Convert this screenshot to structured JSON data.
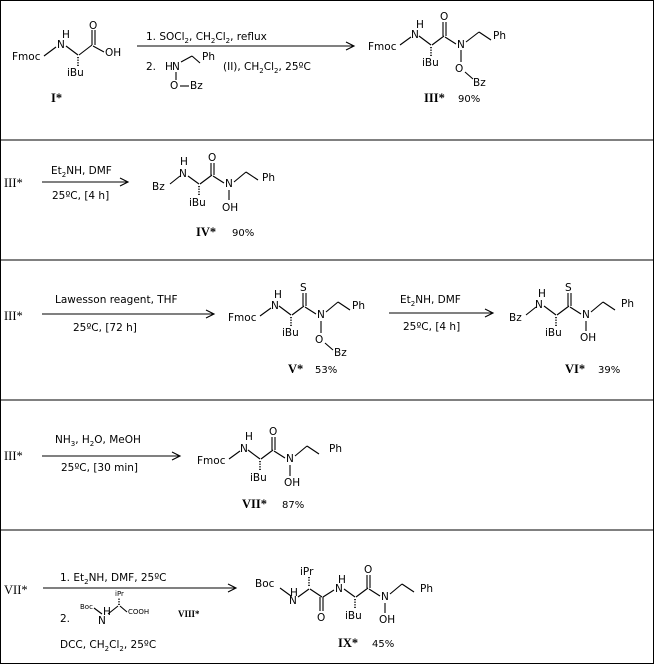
{
  "scheme": {
    "compounds": {
      "I": "I*",
      "III": "III*",
      "IV": "IV*",
      "V": "V*",
      "VI": "VI*",
      "VII": "VII*",
      "VIII": "VIII*",
      "IX": "IX*"
    },
    "yields": {
      "III": "90%",
      "IV": "90%",
      "V": "53%",
      "VI": "39%",
      "VII": "87%",
      "IX": "45%"
    },
    "groups": {
      "fmoc": "Fmoc",
      "boc": "Boc",
      "bz": "Bz",
      "ph": "Ph",
      "ibu": "iBu",
      "ipr": "iPr",
      "nh": "N",
      "h": "H",
      "n": "N",
      "o": "O",
      "s": "S",
      "oh": "OH",
      "oh_acid": "OH",
      "cooh": "COOH",
      "oh_n": "OH"
    },
    "reactions": {
      "r1": {
        "line1": "1. SOCl",
        "line1_b": "2",
        "line1_c": ", CH",
        "line1_d": "2",
        "line1_e": "Cl",
        "line1_f": "2",
        "line1_g": ",   reflux",
        "line2_num": "2.",
        "line2_reagent": "(II), CH",
        "line2_sub1": "2",
        "line2_cl": "Cl",
        "line2_sub2": "2",
        "line2_temp": ",  25ºC"
      },
      "r2": {
        "top": "Et",
        "top_sub": "2",
        "top_rest": "NH,   DMF",
        "bottom": "25ºC, [4 h]"
      },
      "r3": {
        "top": "Lawesson reagent,  THF",
        "bottom": "25ºC, [72 h]"
      },
      "r4": {
        "top": "Et",
        "top_sub": "2",
        "top_rest": "NH,   DMF",
        "bottom": "25ºC, [4 h]"
      },
      "r5": {
        "top": "NH",
        "top_sub": "3",
        "top_rest": ",  H",
        "top_sub2": "2",
        "top_rest2": "O,  MeOH",
        "bottom": "25ºC, [30 min]"
      },
      "r6": {
        "line1": "1. Et",
        "line1_sub": "2",
        "line1_rest": "NH,  DMF,  25ºC",
        "line2_num": "2.",
        "line3": "DCC,  CH",
        "line3_sub1": "2",
        "line3_cl": "Cl",
        "line3_sub2": "2",
        "line3_temp": ",   25ºC"
      }
    }
  }
}
